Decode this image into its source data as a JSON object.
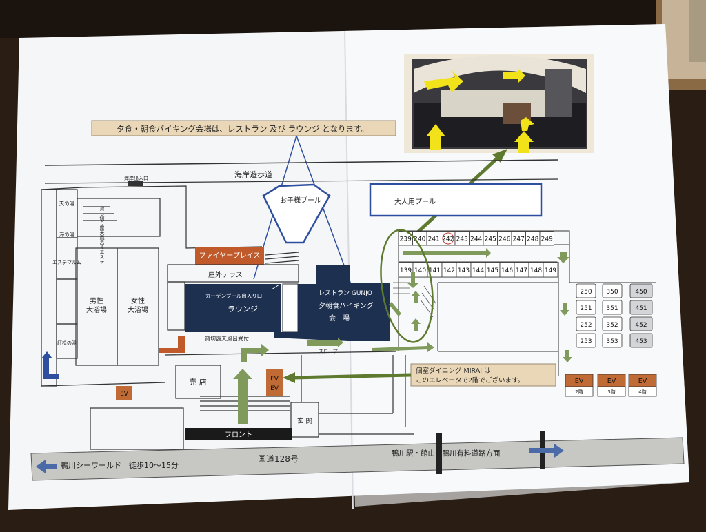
{
  "map": {
    "notice": "夕食・朝食バイキング会場は、レストラン 及び ラウンジ となります。",
    "promenade": "海岸遊歩道",
    "beach_exit": "海岸出入口",
    "kids_pool": "お子様プール",
    "adult_pool": "大人用プール",
    "fireplace": "ファイヤープレイス",
    "terrace": "屋外テラス",
    "garden_pool_door": "ガーデンプール出入り口",
    "lounge": "ラウンジ",
    "restaurant_line1": "レストラン GUNJO",
    "restaurant_line2": "夕朝食バイキング",
    "restaurant_line3": "会　場",
    "slope": "スロープ",
    "private_bath_reception": "貸切露天風呂受付",
    "shop": "売 店",
    "ev": "EV",
    "front": "フロント",
    "entrance": "玄 関",
    "private_bath_vertical": "貸し切り露天風呂＆エステ",
    "bath_ten": "天の湯",
    "bath_umi": "海の湯",
    "esthe": "エステマルム",
    "bath_koumatsu": "紅松の湯",
    "mens_bath": [
      "男性",
      "大浴場"
    ],
    "womens_bath": [
      "女性",
      "大浴場"
    ],
    "mirai_note_line1": "個室ダイニング MIRAI は",
    "mirai_note_line2": "このエレベータで2階でございます。",
    "road": "国道128号",
    "left_dest": "鴨川シーワールド　徒歩10〜15分",
    "right_dest": "鴨川駅・館山・鴨川有料道路方面",
    "rooms_row_2f": [
      "239",
      "240",
      "241",
      "242",
      "243",
      "244",
      "245",
      "246",
      "247",
      "248",
      "249"
    ],
    "rooms_row_1f": [
      "139",
      "140",
      "141",
      "142",
      "143",
      "144",
      "145",
      "146",
      "147",
      "148",
      "149"
    ],
    "rooms_col_2f": [
      "250",
      "251",
      "252",
      "253"
    ],
    "rooms_col_3f": [
      "350",
      "351",
      "352",
      "353"
    ],
    "rooms_col_4f": [
      "450",
      "451",
      "452",
      "453"
    ],
    "ev_floors": [
      {
        "ev": "EV",
        "floor": "2階"
      },
      {
        "ev": "EV",
        "floor": "3階"
      },
      {
        "ev": "EV",
        "floor": "4階"
      }
    ]
  },
  "colors": {
    "navy": "#1e3050",
    "olive": "#7f9a5a",
    "dark_olive": "#5d7a2f",
    "orange": "#c06a35",
    "tan": "#ead7b8",
    "pool_blue": "#2e4fa0",
    "yellow": "#f2e21a",
    "arrow_blue": "#4a6aa8",
    "road_gray": "#c7c7c4"
  }
}
